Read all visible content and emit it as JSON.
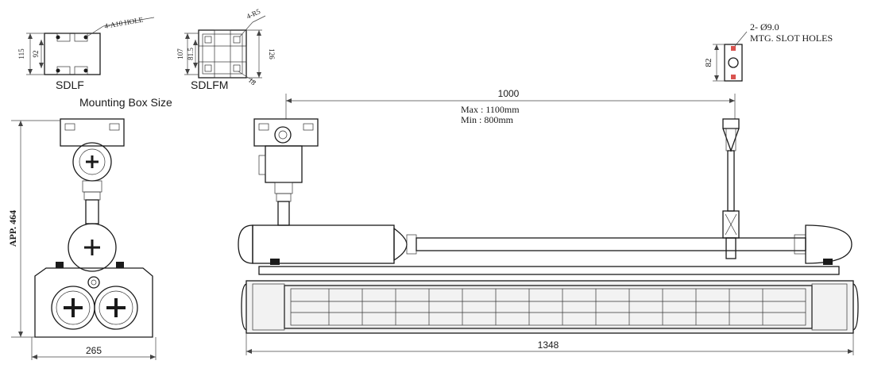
{
  "mounting_boxes": {
    "caption": "Mounting Box Size",
    "sdlf": {
      "name": "SDLF",
      "hole_note": "4-A10 HOLE",
      "dim_outer": "115",
      "dim_inner": "92"
    },
    "sdlfm": {
      "name": "SDLFM",
      "radius_note": "4-R5",
      "dim_outer": "107",
      "dim_mid": "81.5",
      "dim_right": "126",
      "dim_diag": "18"
    }
  },
  "slot_detail": {
    "note_line1": "2- Ø9.0",
    "note_line2": "MTG. SLOT HOLES",
    "dim": "82"
  },
  "pendant": {
    "nominal": "1000",
    "max": "Max : 1100mm",
    "min": "Min : 800mm"
  },
  "side_view": {
    "height": "APP. 464",
    "width": "265"
  },
  "overall_length": "1348",
  "colors": {
    "line": "#1a1a1a",
    "accent": "#d9534f"
  }
}
